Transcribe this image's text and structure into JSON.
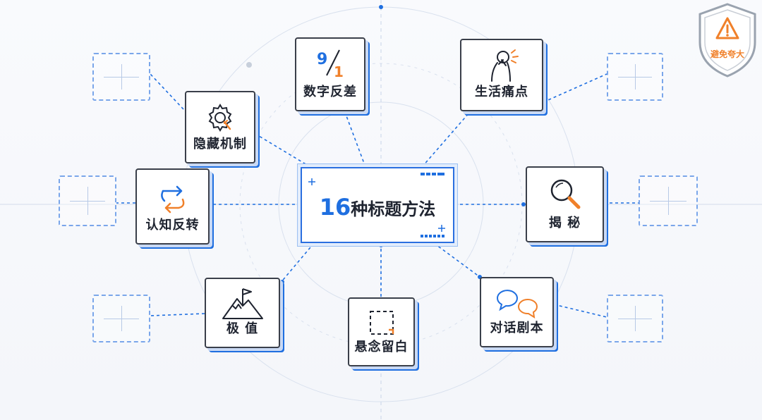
{
  "center": {
    "number": "16",
    "text": "种标题方法"
  },
  "nodes": {
    "digit_contrast": {
      "label": "数字反差",
      "icon": "nine-over-one-icon",
      "digits": [
        "9",
        "1"
      ]
    },
    "pain_point": {
      "label": "生活痛点",
      "icon": "stressed-person-icon"
    },
    "hidden_mechanism": {
      "label": "隐藏机制",
      "icon": "gear-icon"
    },
    "cognitive_reversal": {
      "label": "认知反转",
      "icon": "reverse-arrows-icon"
    },
    "reveal": {
      "label": "揭 秘",
      "icon": "magnifier-icon"
    },
    "extreme": {
      "label": "极 值",
      "icon": "mountain-flag-icon"
    },
    "suspense": {
      "label": "悬念留白",
      "icon": "dashed-square-icon"
    },
    "dialogue_script": {
      "label": "对话剧本",
      "icon": "chat-bubbles-icon"
    }
  },
  "badge": {
    "text": "避免夸大",
    "icon": "warning-shield-icon"
  },
  "colors": {
    "accent_blue": "#1f6fe0",
    "accent_orange": "#f0802a",
    "dark": "#1f2430"
  }
}
